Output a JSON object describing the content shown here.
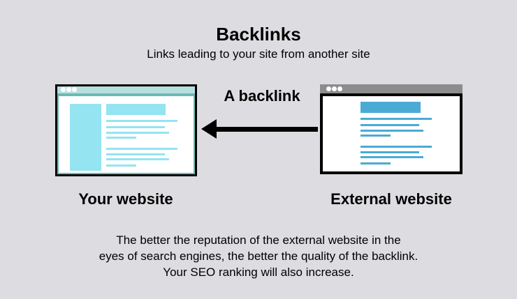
{
  "title": "Backlinks",
  "subtitle": "Links leading to your site from another site",
  "arrow_label": "A backlink",
  "left_caption": "Your website",
  "right_caption": "External website",
  "description": [
    "The better the reputation of the external website in the",
    "eyes of search engines, the better the quality of the backlink.",
    "Your SEO ranking will also increase."
  ],
  "colors": {
    "background": "#dddce0",
    "your_site_accent": "#94e4f2",
    "your_site_bar": "#b7dfdd",
    "external_accent": "#4aabd4",
    "external_bar": "#8c8c8c"
  }
}
